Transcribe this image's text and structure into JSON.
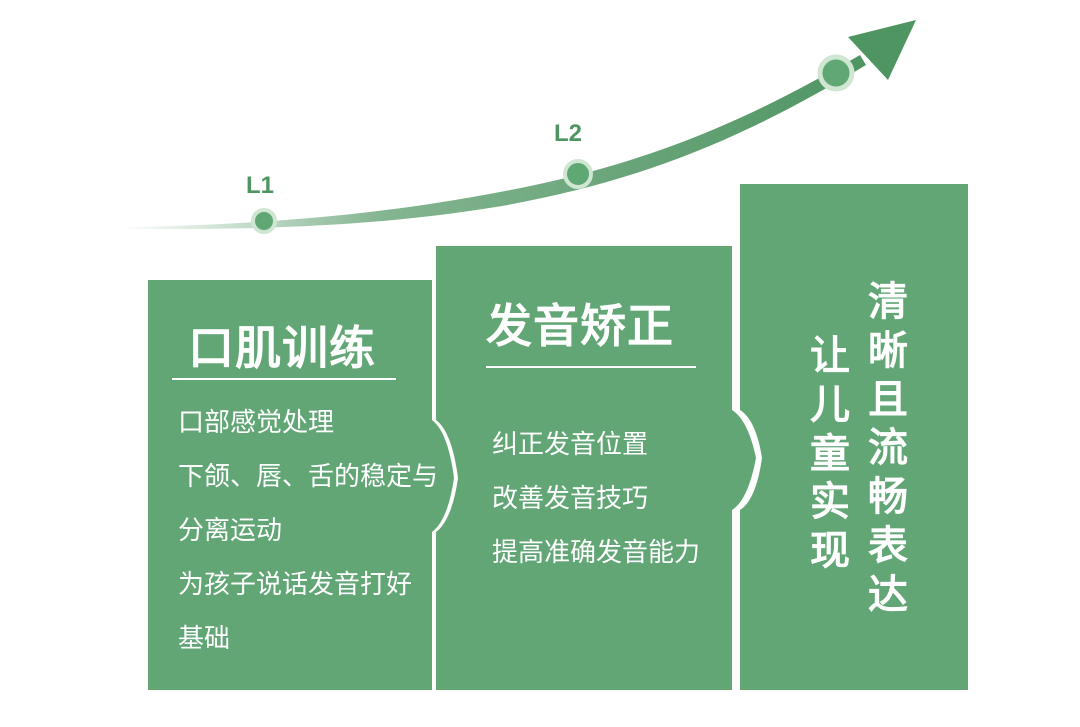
{
  "colors": {
    "panel": "#62a676",
    "arrow": "#4f9562",
    "marker_fill": "#5fa773",
    "marker_ring": "#cfe6d3",
    "text": "#ffffff"
  },
  "levels": [
    {
      "label": "L1"
    },
    {
      "label": "L2"
    }
  ],
  "stage1": {
    "title": "口肌训练",
    "items": [
      "口部感觉处理",
      "下颌、唇、舌的稳定与",
      "分离运动",
      "为孩子说话发音打好",
      "基础"
    ]
  },
  "stage2": {
    "title": "发音矫正",
    "items": [
      "纠正发音位置",
      "改善发音技巧",
      "提高准确发音能力"
    ]
  },
  "stage3": {
    "col1": "让儿童实现",
    "col2": "清晰且流畅表达"
  },
  "icons": {
    "arrow": "arrow-head-icon",
    "marker": "level-marker-icon"
  }
}
